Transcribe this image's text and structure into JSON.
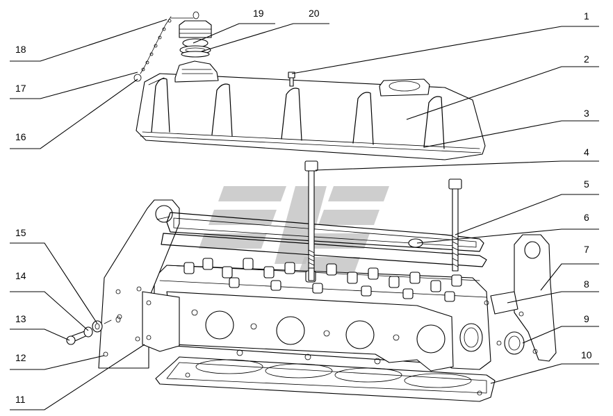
{
  "callouts": [
    {
      "n": "1",
      "label": "1"
    },
    {
      "n": "2",
      "label": "2"
    },
    {
      "n": "3",
      "label": "3"
    },
    {
      "n": "4",
      "label": "4"
    },
    {
      "n": "5",
      "label": "5"
    },
    {
      "n": "6",
      "label": "6"
    },
    {
      "n": "7",
      "label": "7"
    },
    {
      "n": "8",
      "label": "8"
    },
    {
      "n": "9",
      "label": "9"
    },
    {
      "n": "10",
      "label": "10"
    },
    {
      "n": "11",
      "label": "11"
    },
    {
      "n": "12",
      "label": "12"
    },
    {
      "n": "13",
      "label": "13"
    },
    {
      "n": "14",
      "label": "14"
    },
    {
      "n": "15",
      "label": "15"
    },
    {
      "n": "16",
      "label": "16"
    },
    {
      "n": "17",
      "label": "17"
    },
    {
      "n": "18",
      "label": "18"
    },
    {
      "n": "19",
      "label": "19"
    },
    {
      "n": "20",
      "label": "20"
    }
  ],
  "colors": {
    "line": "#000000",
    "watermark": "#bdbdbd",
    "background": "#ffffff"
  }
}
